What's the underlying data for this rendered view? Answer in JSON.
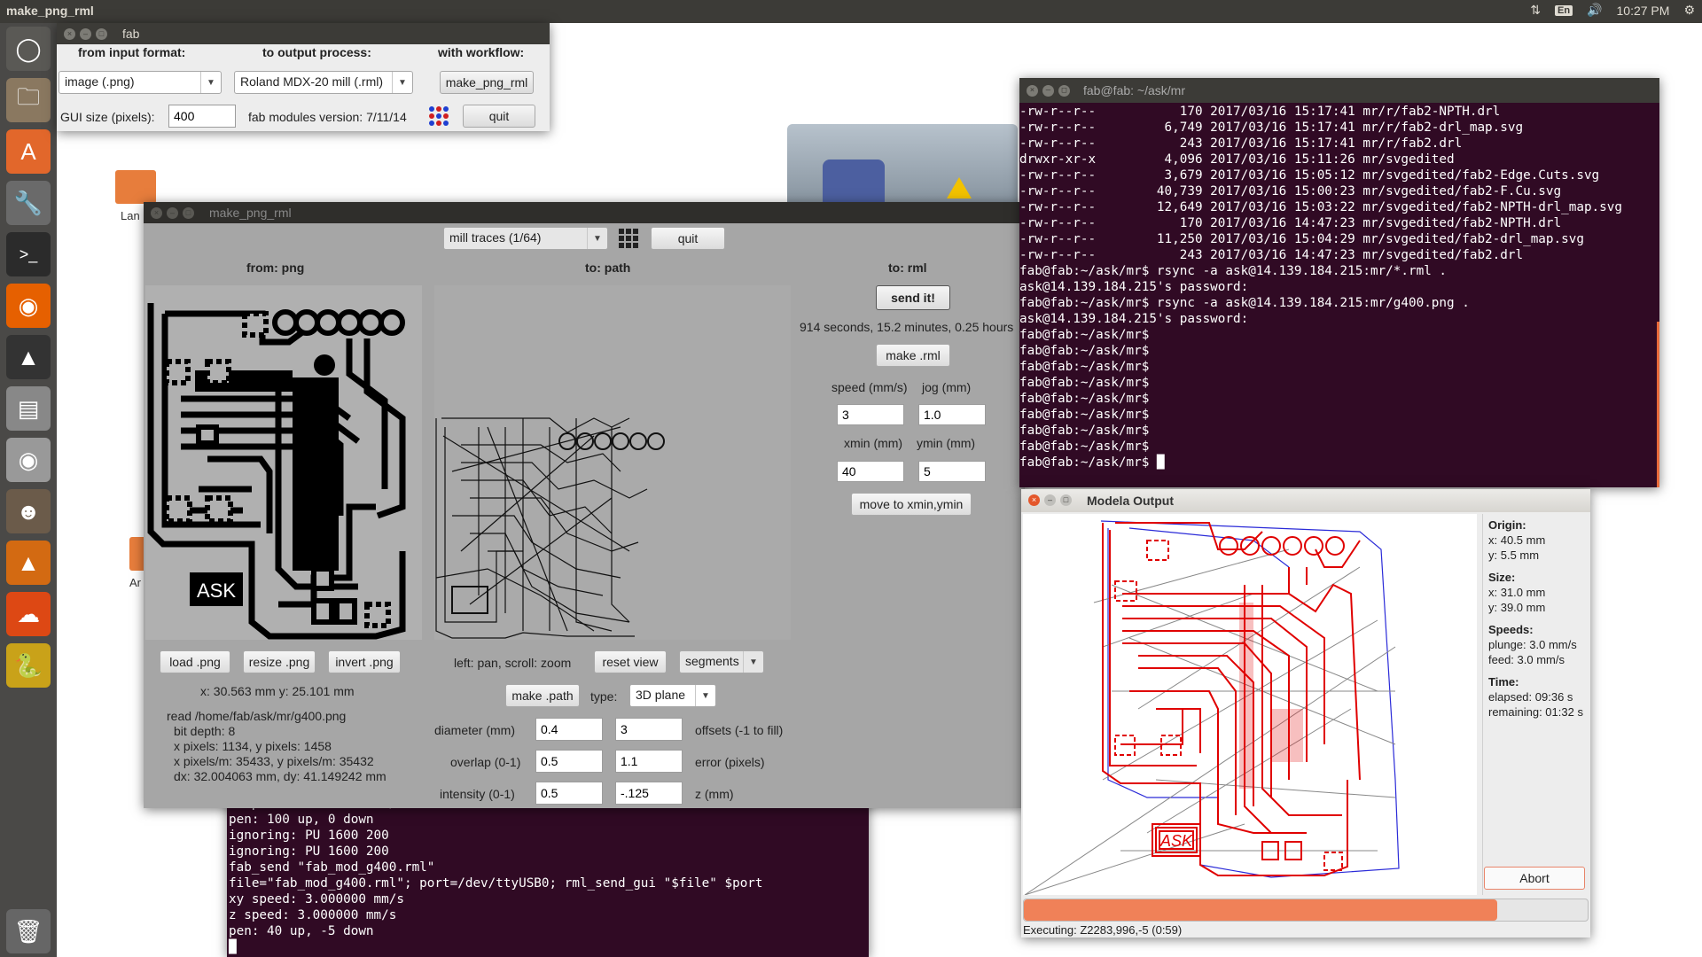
{
  "topbar": {
    "title": "make_png_rml",
    "keyboard_layout": "En",
    "clock": "10:27 PM"
  },
  "launcher": {
    "items": [
      "dash-icon",
      "files-icon",
      "software-center-icon",
      "settings-icon",
      "terminal-icon",
      "firefox-icon",
      "inkscape-icon",
      "disk-icon",
      "dvd-icon",
      "gimp-icon",
      "vlc-icon",
      "ubuntu-one-icon",
      "python-icon",
      "trash-icon"
    ]
  },
  "desktop": {
    "folder1_label": "Lan",
    "folder2_label": "Ar"
  },
  "fab": {
    "title": "fab",
    "from_input_label": "from input format:",
    "to_output_label": "to output process:",
    "with_workflow_label": "with workflow:",
    "input_format": "image (.png)",
    "output_process": "Roland MDX-20 mill (.rml)",
    "workflow": "make_png_rml",
    "gui_size_label": "GUI size (pixels):",
    "gui_size_value": "400",
    "version": "fab modules version: 7/11/14",
    "quit": "quit"
  },
  "mpr": {
    "title": "make_png_rml",
    "process": "mill traces (1/64)",
    "quit": "quit",
    "from_header": "from: png",
    "to_path_header": "to: path",
    "to_rml_header": "to: rml",
    "pcb_label": "ASK",
    "send_it": "send it!",
    "time_estimate": "914 seconds, 15.2 minutes, 0.25 hours",
    "make_rml": "make .rml",
    "speed_label": "speed (mm/s)",
    "jog_label": "jog (mm)",
    "speed_value": "3",
    "jog_value": "1.0",
    "xmin_label": "xmin (mm)",
    "ymin_label": "ymin (mm)",
    "xmin_value": "40",
    "ymin_value": "5",
    "move_to": "move to xmin,ymin",
    "load_png": "load .png",
    "resize_png": "resize .png",
    "invert_png": "invert .png",
    "coords": "x: 30.563 mm  y: 25.101 mm",
    "info": [
      "read /home/fab/ask/mr/g400.png",
      "bit depth: 8",
      "x pixels: 1134, y pixels: 1458",
      "x pixels/m: 35433, y pixels/m: 35432",
      "dx: 32.004063 mm, dy: 41.149242 mm"
    ],
    "pan_hint": "left: pan, scroll: zoom",
    "reset_view": "reset view",
    "view_mode": "segments",
    "make_path": "make .path",
    "type_label": "type:",
    "type_value": "3D plane",
    "diameter_label": "diameter (mm)",
    "diameter_value": "0.4",
    "offsets_value": "3",
    "offsets_label": "offsets (-1 to fill)",
    "overlap_label": "overlap (0-1)",
    "overlap_value": "0.5",
    "error_value": "1.1",
    "error_label": "error (pixels)",
    "intensity_label": "intensity (0-1)",
    "intensity_value": "0.5",
    "z_value": "-.125",
    "z_label": "z (mm)"
  },
  "term_top": {
    "title": "fab@fab: ~/ask/mr",
    "lines": [
      "-rw-r--r--           170 2017/03/16 15:17:41 mr/r/fab2-NPTH.drl",
      "-rw-r--r--         6,749 2017/03/16 15:17:41 mr/r/fab2-drl_map.svg",
      "-rw-r--r--           243 2017/03/16 15:17:41 mr/r/fab2.drl",
      "drwxr-xr-x         4,096 2017/03/16 15:11:26 mr/svgedited",
      "-rw-r--r--         3,679 2017/03/16 15:05:12 mr/svgedited/fab2-Edge.Cuts.svg",
      "-rw-r--r--        40,739 2017/03/16 15:00:23 mr/svgedited/fab2-F.Cu.svg",
      "-rw-r--r--        12,649 2017/03/16 15:03:22 mr/svgedited/fab2-NPTH-drl_map.svg",
      "-rw-r--r--           170 2017/03/16 14:47:23 mr/svgedited/fab2-NPTH.drl",
      "-rw-r--r--        11,250 2017/03/16 15:04:29 mr/svgedited/fab2-drl_map.svg",
      "-rw-r--r--           243 2017/03/16 14:47:23 mr/svgedited/fab2.drl",
      "fab@fab:~/ask/mr$ rsync -a ask@14.139.184.215:mr/*.rml .",
      "ask@14.139.184.215's password:",
      "fab@fab:~/ask/mr$ rsync -a ask@14.139.184.215:mr/g400.png .",
      "ask@14.139.184.215's password:",
      "fab@fab:~/ask/mr$",
      "fab@fab:~/ask/mr$",
      "fab@fab:~/ask/mr$",
      "fab@fab:~/ask/mr$",
      "fab@fab:~/ask/mr$",
      "fab@fab:~/ask/mr$",
      "fab@fab:~/ask/mr$",
      "fab@fab:~/ask/mr$",
      "fab@fab:~/ask/mr$ █"
    ]
  },
  "term_bottom": {
    "lines": [
      "z speed: 10.000000 mm/s",
      "pen: 100 up, 0 down",
      "ignoring: PU 1600 200",
      "ignoring: PU 1600 200",
      "fab_send \"fab_mod_g400.rml\"",
      "file=\"fab_mod_g400.rml\"; port=/dev/ttyUSB0; rml_send_gui \"$file\" $port",
      "xy speed: 3.000000 mm/s",
      "z speed: 3.000000 mm/s",
      "pen: 40 up, -5 down",
      "█"
    ]
  },
  "modela": {
    "title": "Modela Output",
    "origin_label": "Origin:",
    "origin_x": "x: 40.5 mm",
    "origin_y": "y: 5.5 mm",
    "size_label": "Size:",
    "size_x": "x: 31.0 mm",
    "size_y": "y: 39.0 mm",
    "speeds_label": "Speeds:",
    "plunge": "plunge: 3.0 mm/s",
    "feed": "feed: 3.0 mm/s",
    "time_label": "Time:",
    "elapsed": "elapsed: 09:36 s",
    "remaining": "remaining: 01:32 s",
    "abort": "Abort",
    "progress": 0.84,
    "status": "Executing: Z2283,996,-5 (0:59)",
    "pcb_label": "ASK"
  },
  "colors": {
    "terminal_bg": "#300a24",
    "panel_bg": "#3c3b37",
    "toolpath_red": "#e00000",
    "toolpath_blue": "#2b2bd8",
    "progress": "#f08158"
  }
}
